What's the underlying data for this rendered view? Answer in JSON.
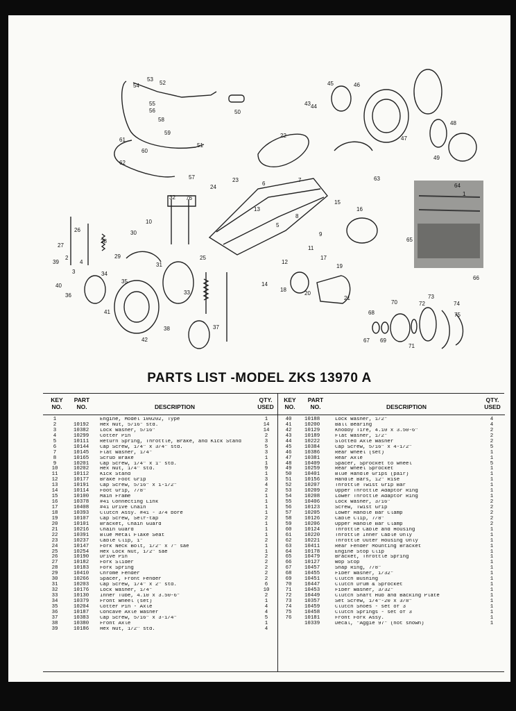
{
  "title": "PARTS LIST -MODEL ZKS 13970 A",
  "headers": {
    "key": [
      "KEY",
      "NO."
    ],
    "part": [
      "PART",
      "NO."
    ],
    "description": "DESCRIPTION",
    "qty": [
      "QTY.",
      "USED"
    ]
  },
  "callouts": [
    "1",
    "2",
    "3",
    "4",
    "5",
    "6",
    "7",
    "8",
    "9",
    "10",
    "11",
    "12",
    "13",
    "14",
    "15",
    "16",
    "17",
    "18",
    "19",
    "20",
    "21",
    "22",
    "23",
    "24",
    "25",
    "26",
    "27",
    "28",
    "29",
    "30",
    "31",
    "32",
    "33",
    "34",
    "35",
    "36",
    "37",
    "38",
    "39",
    "40",
    "41",
    "42",
    "43",
    "44",
    "45",
    "46",
    "47",
    "48",
    "49",
    "50",
    "51",
    "52",
    "53",
    "54",
    "55",
    "56",
    "57",
    "58",
    "59",
    "60",
    "61",
    "62",
    "63",
    "64",
    "65",
    "66",
    "67",
    "68",
    "69",
    "70",
    "71",
    "72",
    "73",
    "74",
    "75",
    "76"
  ],
  "parts_left": [
    {
      "key": "1",
      "part": "",
      "desc": "Engine, Model 100202, Type",
      "qty": "1"
    },
    {
      "key": "2",
      "part": "10192",
      "desc": "Hex Nut, 5/16\" std.",
      "qty": "14"
    },
    {
      "key": "3",
      "part": "10382",
      "desc": "Lock Washer, 5/16\"",
      "qty": "14"
    },
    {
      "key": "4",
      "part": "10299",
      "desc": "Cotter Pin",
      "qty": "2"
    },
    {
      "key": "5",
      "part": "10111",
      "desc": "Return Spring, Throttle, Brake, and Kick Stand",
      "qty": "3"
    },
    {
      "key": "6",
      "part": "10144",
      "desc": "Cap Screw, 1/4\" x 3/4\" std.",
      "qty": "5"
    },
    {
      "key": "7",
      "part": "10145",
      "desc": "Flat Washer, 1/4\"",
      "qty": "3"
    },
    {
      "key": "8",
      "part": "10165",
      "desc": "Scrub Brake",
      "qty": "1"
    },
    {
      "key": "9",
      "part": "10201",
      "desc": "Cap Screw, 1/4\" x 1\" std.",
      "qty": "1"
    },
    {
      "key": "10",
      "part": "10202",
      "desc": "Hex Nut, 1/4\" std.",
      "qty": "9"
    },
    {
      "key": "11",
      "part": "10112",
      "desc": "Kick Stand",
      "qty": "1"
    },
    {
      "key": "12",
      "part": "10177",
      "desc": "Brake Foot Grip",
      "qty": "3"
    },
    {
      "key": "13",
      "part": "10191",
      "desc": "Cap Screw, 5/16\" x 1-1/2\"",
      "qty": "4"
    },
    {
      "key": "14",
      "part": "10114",
      "desc": "Foot Grip, 7/8\"",
      "qty": "2"
    },
    {
      "key": "15",
      "part": "10100",
      "desc": "Main Frame",
      "qty": "1"
    },
    {
      "key": "16",
      "part": "10378",
      "desc": "#41 Connecting Link",
      "qty": "1"
    },
    {
      "key": "17",
      "part": "10408",
      "desc": "#41 Drive Chain",
      "qty": "1"
    },
    {
      "key": "18",
      "part": "10393",
      "desc": "Clutch Assy. #41 - 3/4 bore",
      "qty": "1"
    },
    {
      "key": "19",
      "part": "10107",
      "desc": "Cap Screw, Self-tap",
      "qty": "2"
    },
    {
      "key": "20",
      "part": "10101",
      "desc": "Bracket, Chain Guard",
      "qty": "1"
    },
    {
      "key": "21",
      "part": "10216",
      "desc": "Chain Guard",
      "qty": "1"
    },
    {
      "key": "22",
      "part": "10391",
      "desc": "Blue Metal Flake Seat",
      "qty": "1"
    },
    {
      "key": "23",
      "part": "10237",
      "desc": "Cable Clip, 1\"",
      "qty": "2"
    },
    {
      "key": "24",
      "part": "10147",
      "desc": "Fork Neck Bolt, 1/2\" x 7\" sae",
      "qty": "1"
    },
    {
      "key": "25",
      "part": "10254",
      "desc": "Hex Lock Nut, 1/2\" sae",
      "qty": "1"
    },
    {
      "key": "26",
      "part": "10190",
      "desc": "Drive Pin",
      "qty": "2"
    },
    {
      "key": "27",
      "part": "10182",
      "desc": "Fork Slider",
      "qty": "2"
    },
    {
      "key": "28",
      "part": "10183",
      "desc": "Fork Spring",
      "qty": "2"
    },
    {
      "key": "29",
      "part": "10410",
      "desc": "Chrome Fender",
      "qty": "2"
    },
    {
      "key": "30",
      "part": "10266",
      "desc": "Spacer, Front Fender",
      "qty": "2"
    },
    {
      "key": "31",
      "part": "10203",
      "desc": "Cap Screw, 1/4\" x 2\" std.",
      "qty": "6"
    },
    {
      "key": "32",
      "part": "10176",
      "desc": "Lock Washer, 1/4\"",
      "qty": "10"
    },
    {
      "key": "33",
      "part": "10130",
      "desc": "Inner Tube, 4.10 x 3.50-6\"",
      "qty": "2"
    },
    {
      "key": "34",
      "part": "10379",
      "desc": "Front Wheel (set)",
      "qty": "1"
    },
    {
      "key": "35",
      "part": "10204",
      "desc": "Cotter Pin - Axle",
      "qty": "4"
    },
    {
      "key": "36",
      "part": "10187",
      "desc": "Concave Axle Washer",
      "qty": "4"
    },
    {
      "key": "37",
      "part": "10383",
      "desc": "Cap Screw, 5/16\" x 3-1/4\"",
      "qty": "5"
    },
    {
      "key": "38",
      "part": "10380",
      "desc": "Front Axle",
      "qty": "1"
    },
    {
      "key": "39",
      "part": "10186",
      "desc": "Hex Nut, 1/2\" std.",
      "qty": "4"
    }
  ],
  "parts_right": [
    {
      "key": "40",
      "part": "10188",
      "desc": "Lock Washer, 1/2\"",
      "qty": "4"
    },
    {
      "key": "41",
      "part": "10200",
      "desc": "Ball Bearing",
      "qty": "4"
    },
    {
      "key": "42",
      "part": "10129",
      "desc": "Knobby Tire, 4.10 x 3.50-6\"",
      "qty": "2"
    },
    {
      "key": "43",
      "part": "10189",
      "desc": "Flat Washer, 1/2\"",
      "qty": "2"
    },
    {
      "key": "44",
      "part": "10222",
      "desc": "Slotted Axle Washer",
      "qty": "2"
    },
    {
      "key": "45",
      "part": "10384",
      "desc": "Cap Screw, 5/16\" x 4-1/2\"",
      "qty": "5"
    },
    {
      "key": "46",
      "part": "10386",
      "desc": "Rear Wheel (set)",
      "qty": "1"
    },
    {
      "key": "47",
      "part": "10381",
      "desc": "Rear Axle",
      "qty": "1"
    },
    {
      "key": "48",
      "part": "10409",
      "desc": "Spacer, Sprocket to wheel",
      "qty": "5"
    },
    {
      "key": "49",
      "part": "10259",
      "desc": "Rear Wheel Sprocket",
      "qty": "1"
    },
    {
      "key": "50",
      "part": "10401",
      "desc": "Blue Handle Grips (pair)",
      "qty": "1"
    },
    {
      "key": "51",
      "part": "10156",
      "desc": "Handle Bars, 12\" Rise",
      "qty": "1"
    },
    {
      "key": "52",
      "part": "10207",
      "desc": "Throttle Twist Grip Bar",
      "qty": "1"
    },
    {
      "key": "53",
      "part": "10209",
      "desc": "Upper Throttle Adaptor Ring",
      "qty": "1"
    },
    {
      "key": "54",
      "part": "10208",
      "desc": "Lower Throttle Adaptor Ring",
      "qty": "1"
    },
    {
      "key": "55",
      "part": "10406",
      "desc": "Lock Washer, 3/16\"",
      "qty": "2"
    },
    {
      "key": "56",
      "part": "10123",
      "desc": "Screw, Twist Grip",
      "qty": "2"
    },
    {
      "key": "57",
      "part": "10205",
      "desc": "Lower Handle Bar Clamp",
      "qty": "2"
    },
    {
      "key": "58",
      "part": "10126",
      "desc": "Cable Clip, 7/8\"",
      "qty": "2"
    },
    {
      "key": "59",
      "part": "10206",
      "desc": "Upper Handle Bar Clamp",
      "qty": "2"
    },
    {
      "key": "60",
      "part": "10124",
      "desc": "Throttle Cable and Housing",
      "qty": "1"
    },
    {
      "key": "61",
      "part": "10220",
      "desc": "Throttle Inner Cable Only",
      "qty": "1"
    },
    {
      "key": "62",
      "part": "10221",
      "desc": "Throttle Outer Housing Only",
      "qty": "1"
    },
    {
      "key": "63",
      "part": "10411",
      "desc": "Rear Fender Mounting Bracket",
      "qty": "1"
    },
    {
      "key": "64",
      "part": "10178",
      "desc": "Engine Stop Clip",
      "qty": "1"
    },
    {
      "key": "65",
      "part": "10479",
      "desc": "Bracket, Throttle Spring",
      "qty": "1"
    },
    {
      "key": "66",
      "part": "10127",
      "desc": "Wop Stop",
      "qty": "1"
    },
    {
      "key": "67",
      "part": "10457",
      "desc": "Snap Ring, 7/8\"",
      "qty": "1"
    },
    {
      "key": "68",
      "part": "10455",
      "desc": "Fiber Washer, 1/32\"",
      "qty": "1"
    },
    {
      "key": "69",
      "part": "10451",
      "desc": "Clutch Bushing",
      "qty": "1"
    },
    {
      "key": "70",
      "part": "10447",
      "desc": "Clutch Drum & Sprocket",
      "qty": "1"
    },
    {
      "key": "71",
      "part": "10453",
      "desc": "Fiber Washer, 3/32\"",
      "qty": "1"
    },
    {
      "key": "72",
      "part": "10449",
      "desc": "Clutch Shaft Hub and Backing Plate",
      "qty": "1"
    },
    {
      "key": "73",
      "part": "10357",
      "desc": "Set Screw, 1/4\"-20 x 3/8\"",
      "qty": "1"
    },
    {
      "key": "74",
      "part": "10459",
      "desc": "Clutch Shoes - set of 3",
      "qty": "1"
    },
    {
      "key": "75",
      "part": "10458",
      "desc": "Clutch Springs - set of 3",
      "qty": "1"
    },
    {
      "key": "76",
      "part": "10181",
      "desc": "Front Fork Assy.",
      "qty": "1"
    },
    {
      "key": "",
      "part": "10339",
      "desc": "Decal, \"Aggie 97\" (not shown)",
      "qty": "1"
    }
  ]
}
